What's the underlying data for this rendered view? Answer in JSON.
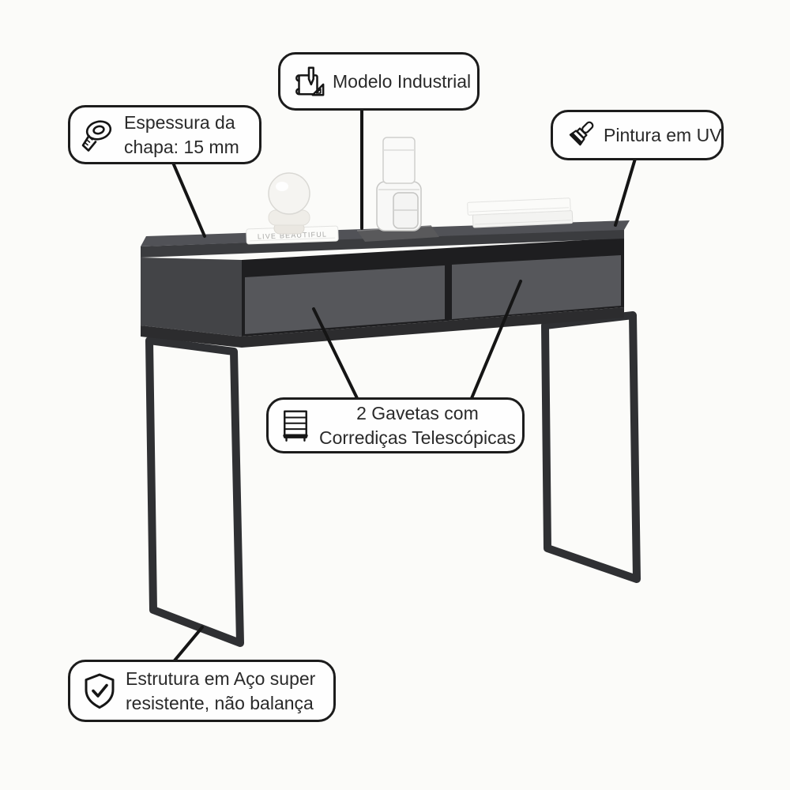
{
  "colors": {
    "background": "#fbfbf9",
    "callout_border": "#1c1c1c",
    "callout_bg": "#fefefe",
    "text": "#2a2a2a",
    "leader_line": "#151515",
    "table_top": "#515257",
    "table_top_edge": "#3b3c3f",
    "table_side": "#434447",
    "niche": "#1e1e20",
    "drawer_front": "#56575b",
    "plinth": "#2c2c2e",
    "legs": "#2f3033",
    "mat": "#59595b"
  },
  "callouts": {
    "modelo": {
      "icon": "blueprint-icon",
      "label": "Modelo Industrial"
    },
    "espessura": {
      "icon": "measuring-tape-icon",
      "line1": "Espessura da",
      "line2": "chapa: 15 mm"
    },
    "pintura": {
      "icon": "paint-brush-icon",
      "label": "Pintura em UV"
    },
    "gavetas": {
      "icon": "drawers-icon",
      "line1": "2 Gavetas com",
      "line2": "Corrediças Telescópicas"
    },
    "estrutura": {
      "icon": "shield-check-icon",
      "line1": "Estrutura em Aço super",
      "line2": "resistente, não balança"
    }
  },
  "decor": {
    "book_title": "LIVE BEAUTIFUL"
  }
}
